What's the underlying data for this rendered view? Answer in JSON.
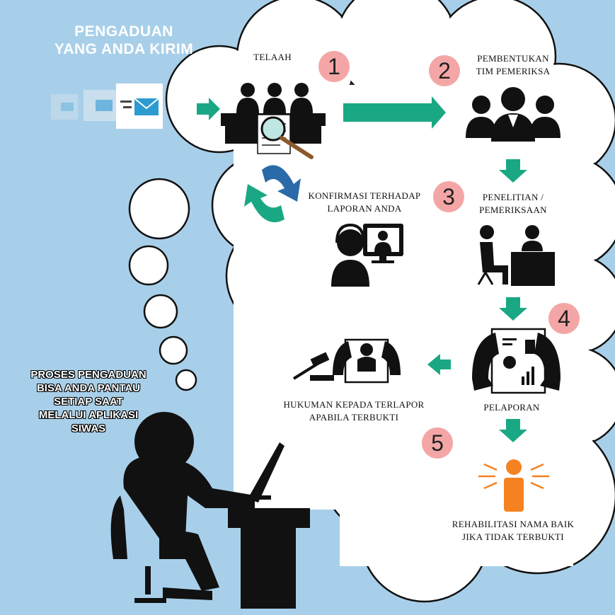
{
  "header": {
    "line1": "PENGADUAN",
    "line2": "YANG ANDA KIRIM"
  },
  "side_note": {
    "line1": "PROSES PENGADUAN",
    "line2": "BISA ANDA PANTAU",
    "line3": "SETIAP SAAT",
    "line4": "MELALUI APLIKASI",
    "line5": "SIWAS"
  },
  "steps": {
    "telaah": {
      "label": "TELAAH",
      "number": "1"
    },
    "pembentukan": {
      "line1": "PEMBENTUKAN",
      "line2": "TIM PEMERIKSA",
      "number": "2"
    },
    "konfirmasi": {
      "line1": "KONFIRMASI TERHADAP",
      "line2": "LAPORAN ANDA",
      "number": "3"
    },
    "penelitian": {
      "line1": "PENELITIAN /",
      "line2": "PEMERIKSAAN"
    },
    "pelaporan": {
      "label": "PELAPORAN",
      "number": "4"
    },
    "hukuman": {
      "line1": "HUKUMAN KEPADA TERLAPOR",
      "line2": "APABILA TERBUKTI"
    },
    "rehabilitasi": {
      "line1": "REHABILITASI NAMA BAIK",
      "line2": "JIKA TIDAK TERBUKTI",
      "number": "5"
    }
  },
  "colors": {
    "background": "#a8cfe9",
    "arrow": "#1aa884",
    "badge": "#f4a6a6",
    "person_highlight": "#f58220",
    "envelope": "#2b9bd0"
  },
  "icons": [
    "envelope-icon",
    "committee-icon",
    "team-icon",
    "refresh-icon",
    "video-call-icon",
    "interview-icon",
    "report-icon",
    "gavel-icon",
    "person-highlight-icon",
    "person-at-desk-icon"
  ]
}
